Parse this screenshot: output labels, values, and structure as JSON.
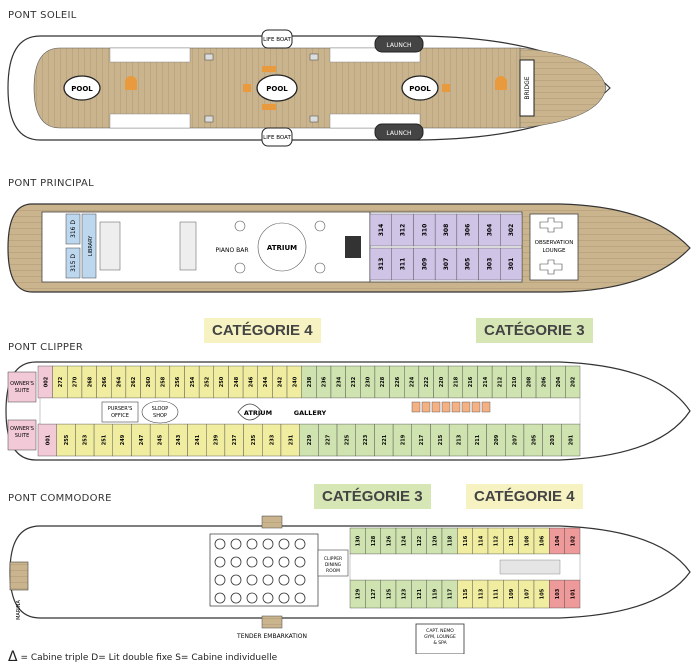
{
  "decks": {
    "soleil": {
      "title": "PONT SOLEIL",
      "labels": {
        "pool_left": "POOL",
        "pool_center": "POOL",
        "pool_right": "POOL",
        "lifeboat_top": "LIFE BOAT",
        "lifeboat_bottom": "LIFE BOAT",
        "launch_top": "LAUNCH",
        "launch_bottom": "LAUNCH",
        "bridge": "BRIDGE"
      }
    },
    "principal": {
      "title": "PONT PRINCIPAL",
      "labels": {
        "library": "LIBRARY",
        "piano_bar": "PIANO BAR",
        "atrium": "ATRIUM",
        "observation": "OBSERVATION LOUNGE"
      },
      "cabins_top": [
        "314",
        "312",
        "310",
        "308",
        "306",
        "304",
        "302"
      ],
      "cabins_bottom": [
        "313",
        "311",
        "309",
        "307",
        "305",
        "303",
        "301"
      ],
      "suites": [
        "316 D",
        "315 D"
      ]
    },
    "clipper": {
      "title": "PONT CLIPPER",
      "labels": {
        "owners_top": "OWNER'S SUITE",
        "owners_bottom": "OWNER'S SUITE",
        "pursers": "PURSER'S OFFICE",
        "sloop": "SLOOP SHOP",
        "atrium": "ATRIUM",
        "gallery": "GALLERY"
      },
      "cabins_top": [
        "002",
        "272",
        "270",
        "268",
        "266",
        "264",
        "262",
        "260",
        "258",
        "256",
        "254",
        "252",
        "250",
        "248",
        "246",
        "244",
        "242",
        "240",
        "238",
        "236",
        "234",
        "232",
        "230",
        "228",
        "226",
        "224",
        "222",
        "220",
        "218",
        "216",
        "214",
        "212",
        "210",
        "208",
        "206",
        "204",
        "202"
      ],
      "cabins_bottom": [
        "001",
        "255",
        "253",
        "251",
        "249",
        "247",
        "245",
        "243",
        "241",
        "239",
        "237",
        "235",
        "233",
        "231",
        "229",
        "227",
        "225",
        "223",
        "221",
        "219",
        "217",
        "215",
        "213",
        "211",
        "209",
        "207",
        "205",
        "203",
        "201"
      ]
    },
    "commodore": {
      "title": "PONT COMMODORE",
      "labels": {
        "marina": "MARINA",
        "tender": "TENDER EMBARKATION",
        "clipper_dining": "CLIPPER DINING ROOM",
        "spa": "CAPT. NEMO GYM, LOUNGE & SPA"
      },
      "cabins_top": [
        "130",
        "128",
        "126",
        "124",
        "122",
        "120",
        "118",
        "116",
        "114",
        "112",
        "110",
        "108",
        "106",
        "104",
        "102"
      ],
      "cabins_bottom": [
        "129",
        "127",
        "125",
        "123",
        "121",
        "119",
        "117",
        "115",
        "113",
        "111",
        "109",
        "107",
        "105",
        "103",
        "101"
      ]
    }
  },
  "categories": {
    "clipper_left": "CATÉGORIE 4",
    "clipper_right": "CATÉGORIE 3",
    "commodore_left": "CATÉGORIE 3",
    "commodore_right": "CATÉGORIE 4"
  },
  "legend": {
    "symbol": "Δ",
    "text": "= Cabine triple D= Lit double fixe S= Cabine individuelle"
  },
  "colors": {
    "deck_wood": "#c9b48e",
    "cat3_green": "#cfe3b0",
    "cat4_yellow": "#f1eda0",
    "principal_purple": "#cfc4e6",
    "owner_pink": "#f2c9d6",
    "suite_blue": "#bcd7ee",
    "red_cabin": "#ef9a9a",
    "orange_cabin": "#f4b183"
  }
}
